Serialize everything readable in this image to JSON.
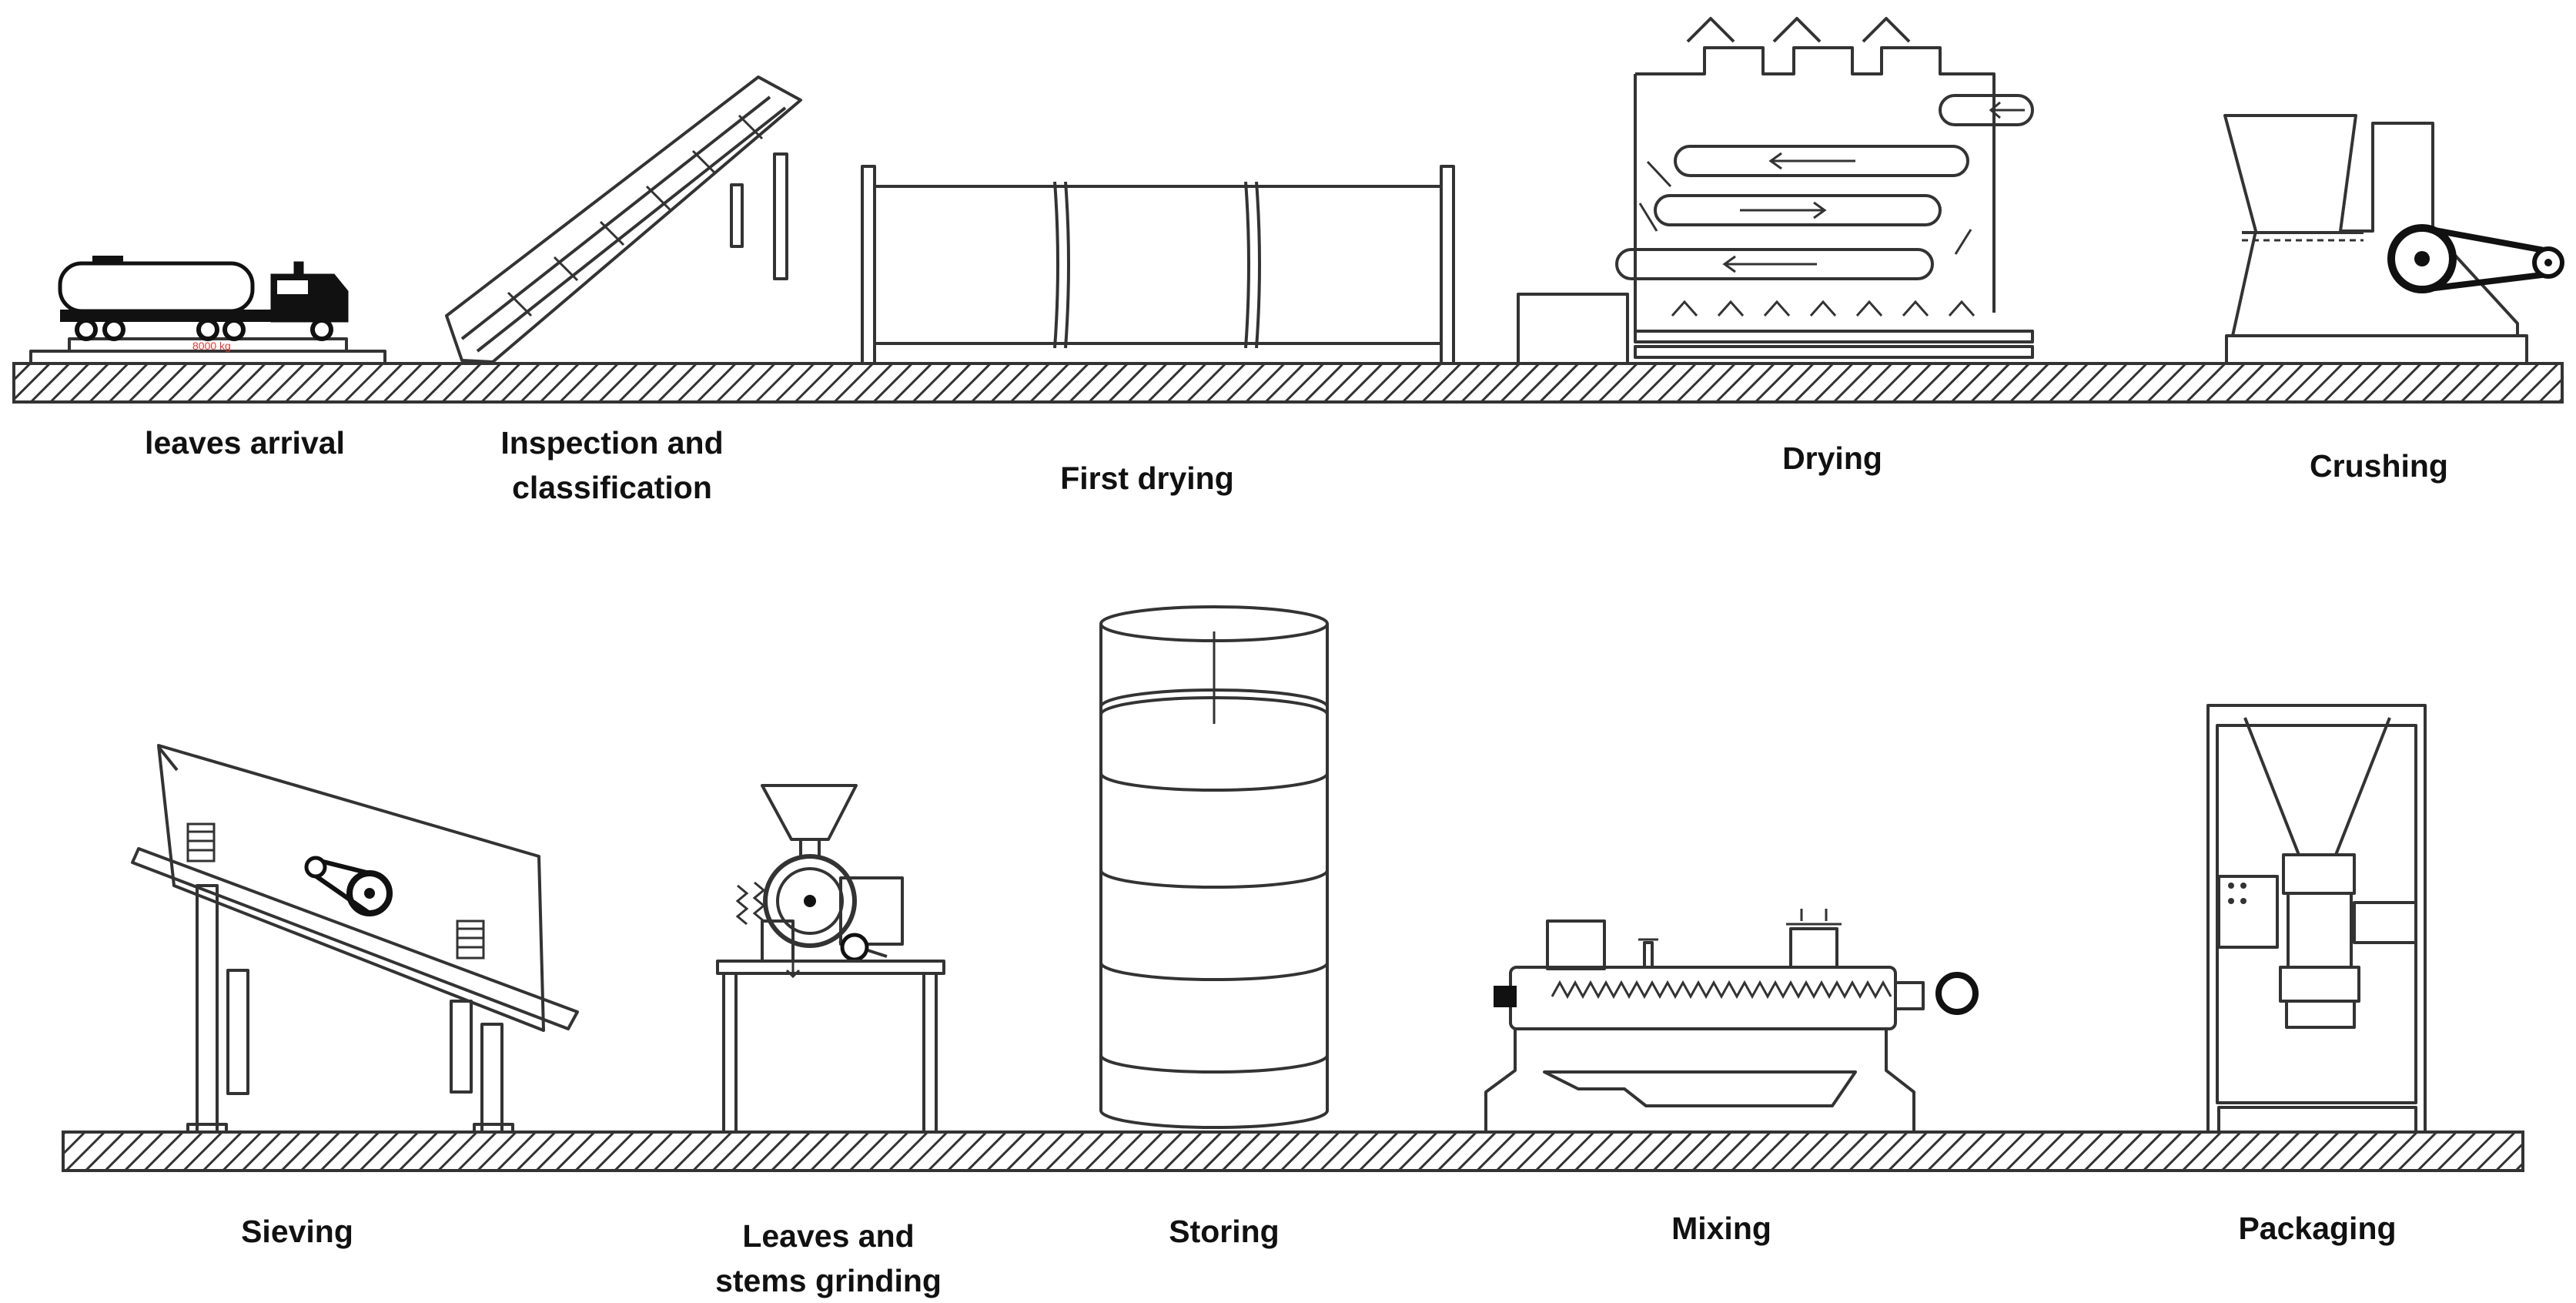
{
  "top_row": {
    "stages": [
      {
        "label_lines": [
          "leaves arrival"
        ]
      },
      {
        "label_lines": [
          "Inspection  and",
          "classification"
        ]
      },
      {
        "label_lines": [
          "First drying"
        ]
      },
      {
        "label_lines": [
          "Drying"
        ]
      },
      {
        "label_lines": [
          "Crushing"
        ]
      }
    ]
  },
  "bottom_row": {
    "stages": [
      {
        "label_lines": [
          "Sieving"
        ]
      },
      {
        "label_lines": [
          "Leaves and",
          "stems grinding"
        ]
      },
      {
        "label_lines": [
          "Storing"
        ]
      },
      {
        "label_lines": [
          "Mixing"
        ]
      },
      {
        "label_lines": [
          "Packaging"
        ]
      }
    ]
  },
  "colors": {
    "line": "#333333",
    "ground_hatch": "#333333",
    "text": "#111111",
    "scale_readout": "#e53935"
  },
  "icons": [
    "truck-icon",
    "conveyor-icon",
    "rotary-dryer-icon",
    "belt-dryer-icon",
    "crusher-icon",
    "sieve-icon",
    "grinder-icon",
    "silo-icon",
    "mixer-icon",
    "packaging-machine-icon"
  ]
}
